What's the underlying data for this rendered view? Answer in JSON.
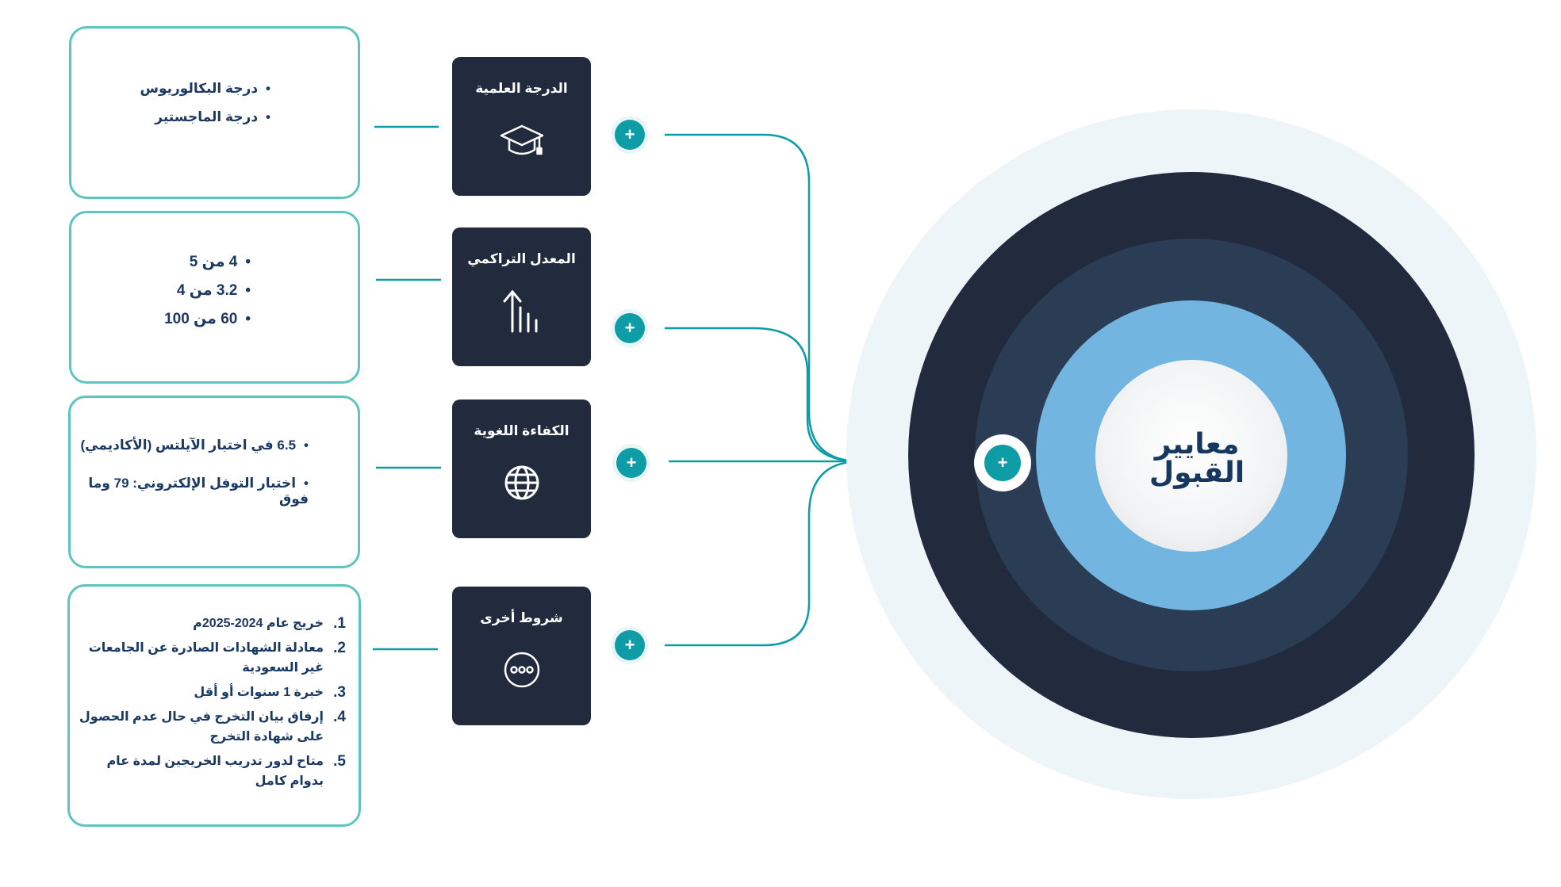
{
  "center": {
    "line1": "معايير",
    "line2": "القبول"
  },
  "colors": {
    "accent": "#0e9da6",
    "tile_bg": "#212b3d",
    "ring_outer": "#212b3d",
    "ring_mid": "#2b3c55",
    "ring_light": "#72b5e1",
    "box_border": "#5dc4c0",
    "text_dark": "#1b3a63"
  },
  "categories": [
    {
      "title": "الدرجة العلمية",
      "icon": "graduation-cap-icon",
      "items": [
        "درجة البكالوريوس",
        "درجة الماجستير"
      ]
    },
    {
      "title": "المعدل التراكمي",
      "icon": "chart-arrow-icon",
      "items": [
        "4 من 5",
        "3.2 من 4",
        "60 من 100"
      ]
    },
    {
      "title": "الكفاءة اللغوية",
      "icon": "globe-icon",
      "items": [
        "6.5 في اختبار الآيلتس (الأكاديمي)",
        "اختبار التوفل الإلكتروني: 79 وما فوق"
      ]
    },
    {
      "title": "شروط أخرى",
      "icon": "more-dots-icon",
      "items": [
        "خريج عام 2024-2025م",
        "معادلة الشهادات الصادرة عن الجامعات غير السعودية",
        "خبرة 1 سنوات أو أقل",
        "إرفاق بيان التخرج في حال عدم الحصول على شهادة التخرج",
        "متاح لدور تدريب الخريجين لمدة عام بدوام كامل"
      ]
    }
  ],
  "bullet_symbol": "•",
  "plus_symbol": "+",
  "numbers": [
    "1.",
    "2.",
    "3.",
    "4.",
    "5."
  ]
}
